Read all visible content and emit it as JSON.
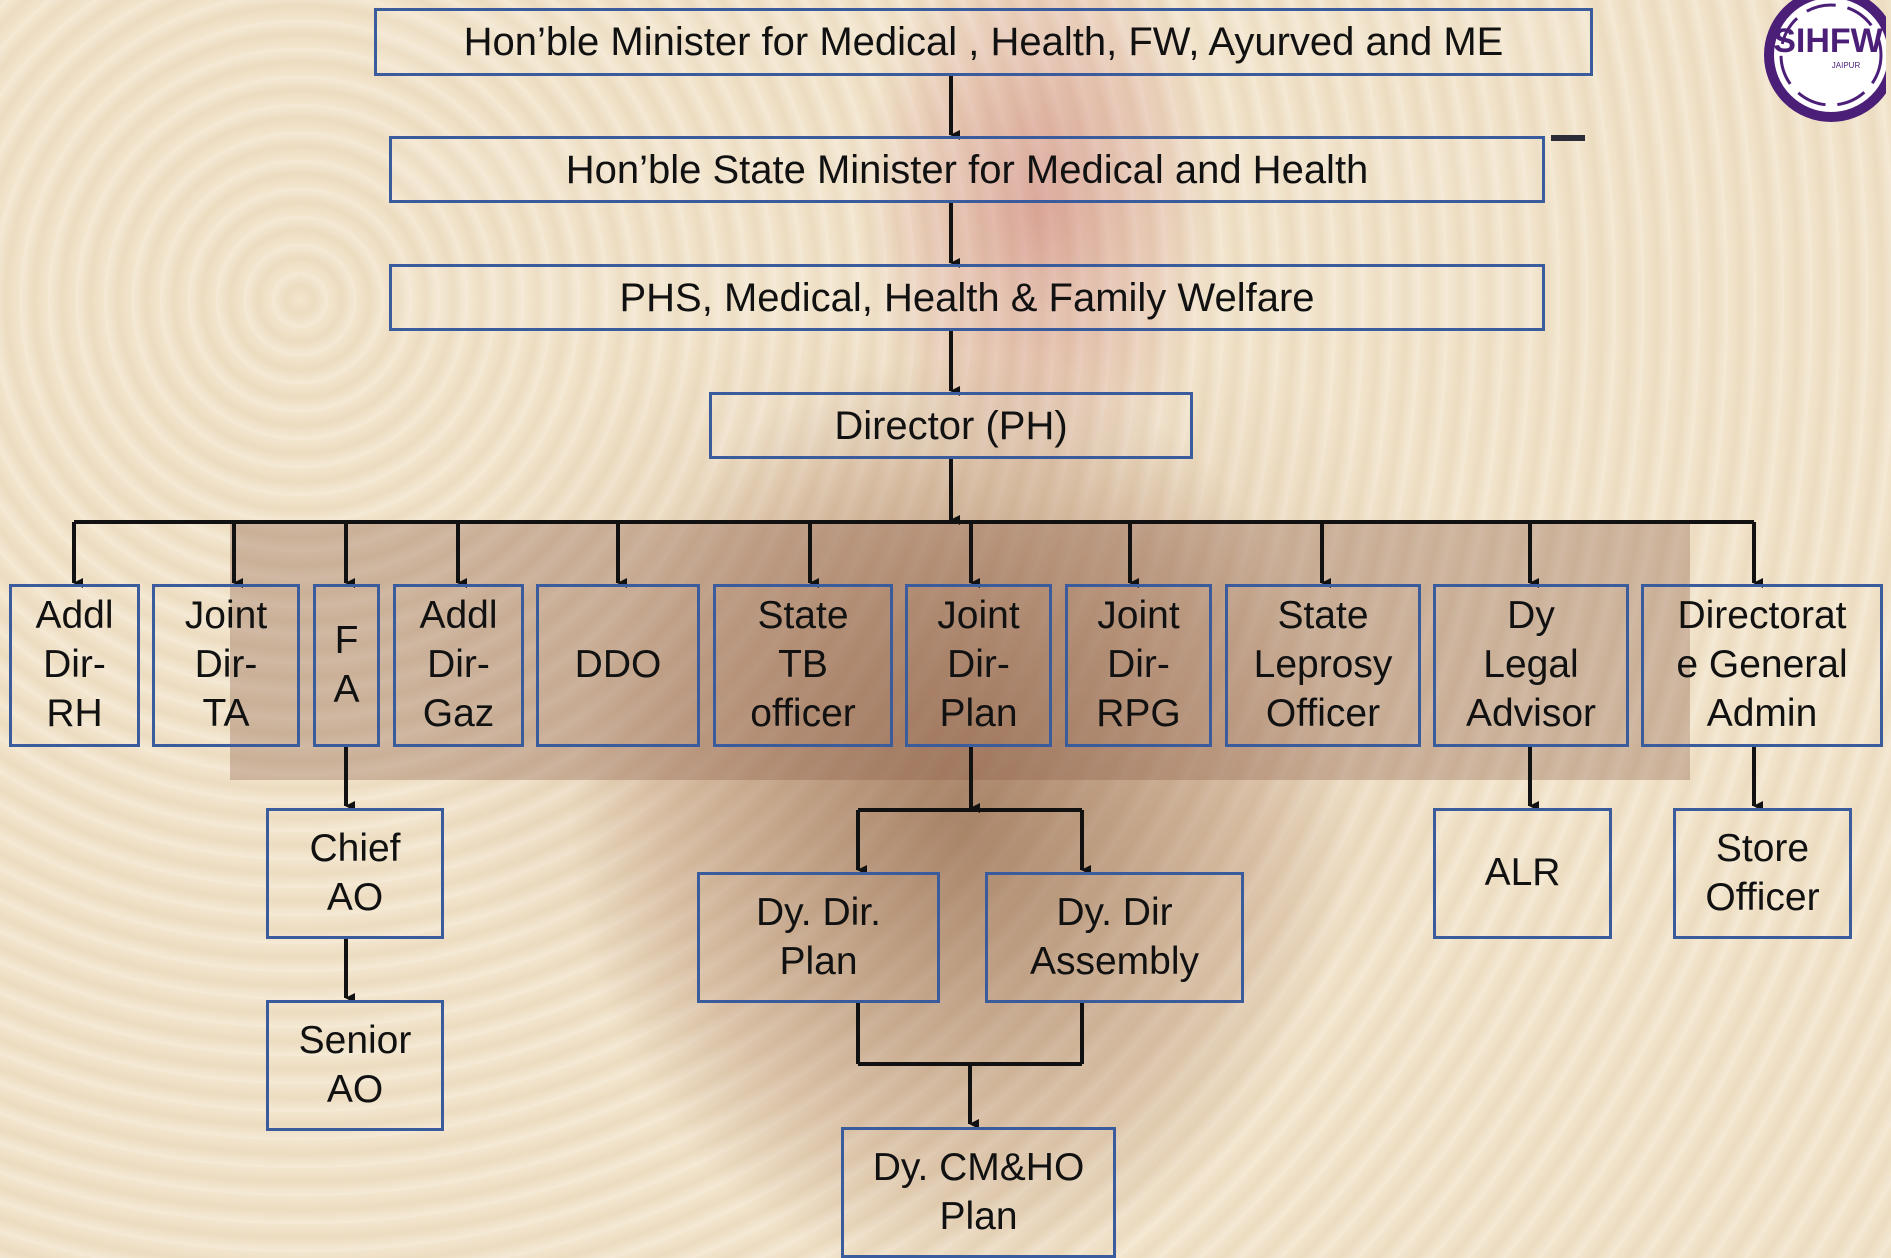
{
  "nodes": {
    "minister": "Hon’ble Minister for Medical , Health, FW, Ayurved and ME",
    "state_minister": "Hon’ble State Minister for Medical and Health",
    "phs": "PHS, Medical, Health & Family Welfare",
    "director": "Director (PH)",
    "addl_dir_rh": "Addl Dir-RH",
    "joint_dir_ta": "Joint Dir-TA",
    "fa": "F A",
    "addl_dir_gaz": "Addl Dir-Gaz",
    "ddo": "DDO",
    "state_tb": "State TB officer",
    "joint_dir_plan": "Joint Dir-Plan",
    "joint_dir_rpg": "Joint Dir-RPG",
    "state_leprosy": "State Leprosy Officer",
    "dy_legal": "Dy Legal Advisor",
    "dir_general_admin": "Directorate General Admin",
    "chief_ao": "Chief AO",
    "senior_ao": "Senior AO",
    "dy_dir_plan": "Dy. Dir. Plan",
    "dy_dir_assembly": "Dy. Dir Assembly",
    "dy_cmho_plan": "Dy. CM&HO Plan",
    "alr": "ALR",
    "store_officer": "Store Officer"
  },
  "lines": {
    "addl_dir_rh": [
      "Addl",
      "Dir-",
      "RH"
    ],
    "joint_dir_ta": [
      "Joint",
      "Dir-",
      "TA"
    ],
    "fa": [
      "F",
      "A"
    ],
    "addl_dir_gaz": [
      "Addl",
      "Dir-",
      "Gaz"
    ],
    "state_tb": [
      "State",
      "TB",
      "officer"
    ],
    "joint_dir_plan": [
      "Joint",
      "Dir-",
      "Plan"
    ],
    "joint_dir_rpg": [
      "Joint",
      "Dir-",
      "RPG"
    ],
    "state_leprosy": [
      "State",
      "Leprosy",
      "Officer"
    ],
    "dy_legal": [
      "Dy",
      "Legal",
      "Advisor"
    ],
    "dir_general_admin": [
      "Directorat",
      "e General",
      "Admin"
    ],
    "chief_ao": [
      "Chief",
      "AO"
    ],
    "senior_ao": [
      "Senior",
      "AO"
    ],
    "dy_dir_plan": [
      "Dy. Dir.",
      "Plan"
    ],
    "dy_dir_assembly": [
      "Dy. Dir",
      "Assembly"
    ],
    "dy_cmho_plan": [
      "Dy. CM&HO",
      "Plan"
    ],
    "store_officer": [
      "Store",
      "Officer"
    ]
  },
  "logo": {
    "text": "SIHFW",
    "subtext": "JAIPUR"
  },
  "colors": {
    "box_border": "#3b5c9c",
    "connector": "#111111",
    "logo_ring": "#4b1f78"
  }
}
